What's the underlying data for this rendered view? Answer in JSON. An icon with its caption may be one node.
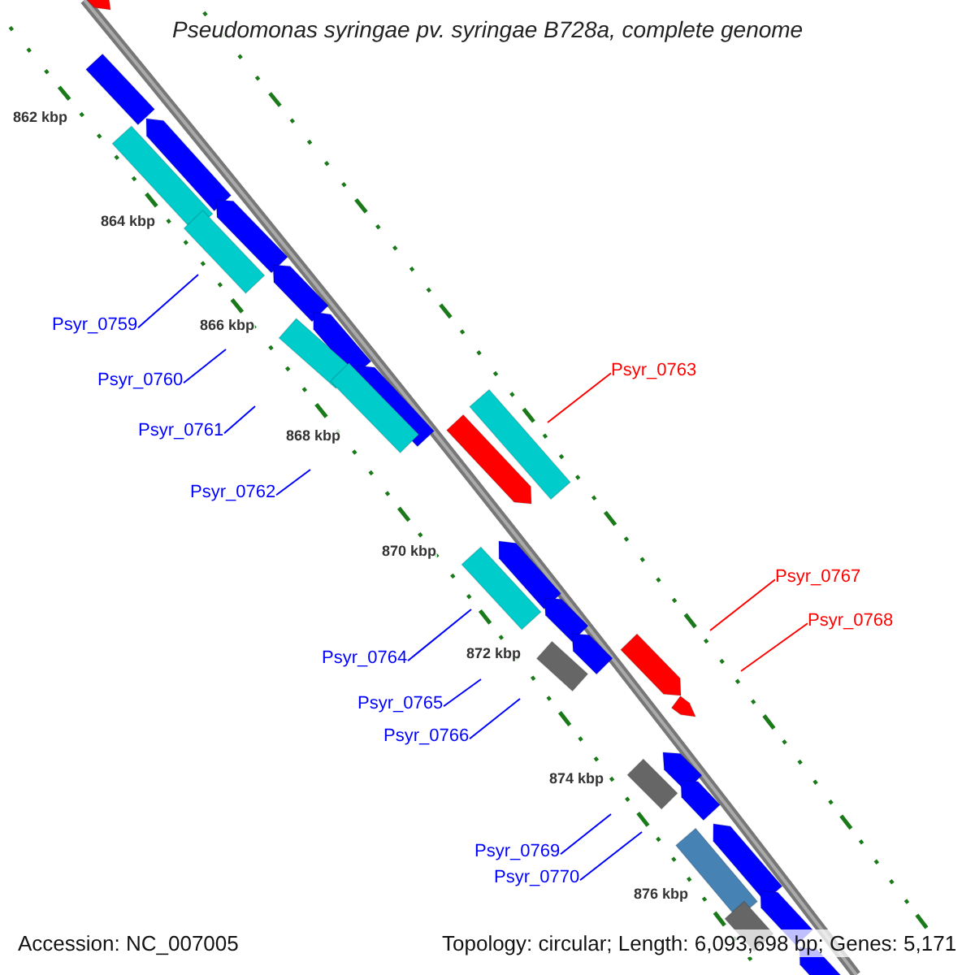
{
  "diagram": {
    "title": "Pseudomonas syringae pv. syringae B728a, complete genome",
    "nodes": [
      {
        "text": [
          "Psyr_0759"
        ]
      },
      {
        "text": [
          "Psyr_0763"
        ]
      },
      {
        "text": [
          "Psyr_0760"
        ]
      },
      {
        "text": [
          "Psyr_0761"
        ]
      },
      {
        "text": [
          "Psyr_0762"
        ]
      },
      {
        "text": [
          "Psyr_0767"
        ]
      },
      {
        "text": [
          "Psyr_0768"
        ]
      },
      {
        "text": [
          "Psyr_0764"
        ]
      },
      {
        "text": [
          "Psyr_0765"
        ]
      },
      {
        "text": [
          "Psyr_0766"
        ]
      },
      {
        "text": [
          "Psyr_0769"
        ]
      },
      {
        "text": [
          "Psyr_0770"
        ]
      }
    ],
    "edges": [
      {
        "from": 0,
        "to": null,
        "arrow": "none"
      },
      {
        "from": 1,
        "to": null,
        "arrow": "none",
        "color": "#ff0000"
      },
      {
        "from": 2,
        "to": null,
        "arrow": "none"
      },
      {
        "from": 3,
        "to": null,
        "arrow": "none"
      },
      {
        "from": 4,
        "to": null,
        "arrow": "none"
      },
      {
        "from": 5,
        "to": null,
        "arrow": "none",
        "color": "#ff0000"
      },
      {
        "from": 6,
        "to": null,
        "arrow": "none",
        "color": "#ff0000"
      },
      {
        "from": 7,
        "to": null,
        "arrow": "none"
      },
      {
        "from": 8,
        "to": null,
        "arrow": "none"
      },
      {
        "from": 9,
        "to": null,
        "arrow": "none"
      },
      {
        "from": 10,
        "to": null,
        "arrow": "none"
      },
      {
        "from": 11,
        "to": null,
        "arrow": "none"
      }
    ],
    "labels": [
      "862 kbp",
      "864 kbp",
      "866 kbp",
      "868 kbp",
      "870 kbp",
      "872 kbp",
      "874 kbp",
      "876 kbp",
      "Accession: NC_007005",
      "Topology: circular; Length: 6,093,698 bp; Genes: 5,171"
    ]
  }
}
